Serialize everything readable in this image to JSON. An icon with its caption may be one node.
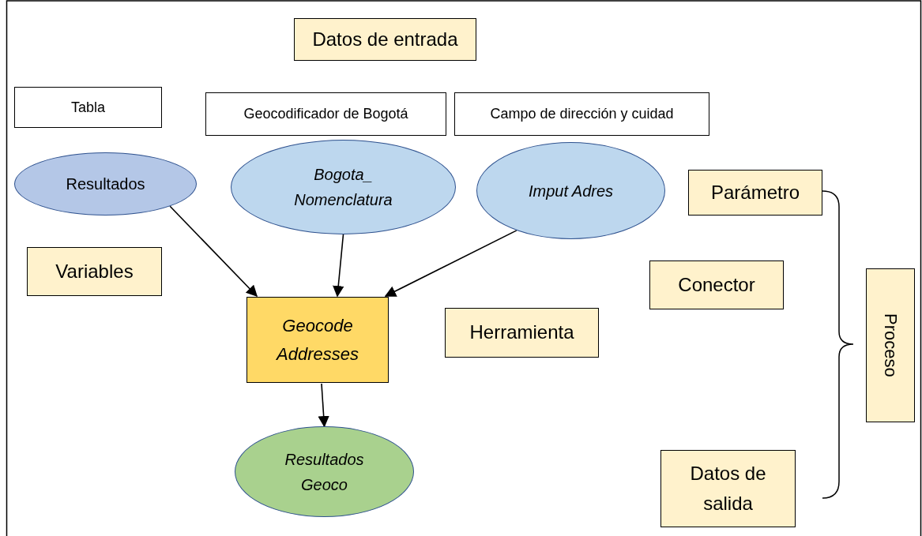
{
  "diagram": {
    "nodes": [
      {
        "text": [
          "Datos de entrada"
        ]
      },
      {
        "text": [
          "Tabla"
        ]
      },
      {
        "text": [
          "Geocodificador de Bogotá"
        ]
      },
      {
        "text": [
          "Campo de dirección y cuidad"
        ]
      },
      {
        "text": [
          "Resultados"
        ]
      },
      {
        "text": [
          "Bogota_ Nomenclatura"
        ]
      },
      {
        "text": [
          "Imput Adres"
        ]
      },
      {
        "text": [
          "Parámetro"
        ]
      },
      {
        "text": [
          "Variables"
        ]
      },
      {
        "text": [
          "Conector"
        ]
      },
      {
        "text": [
          "Geocode Addresses"
        ]
      },
      {
        "text": [
          "Herramienta"
        ]
      },
      {
        "text": [
          "Proceso"
        ]
      },
      {
        "text": [
          "Resultados Geoco"
        ]
      },
      {
        "text": [
          "Datos de salida"
        ]
      }
    ],
    "edges": [
      {
        "from": 4,
        "to": 10,
        "arrow": "to"
      },
      {
        "from": 5,
        "to": 10,
        "arrow": "to"
      },
      {
        "from": 6,
        "to": 10,
        "arrow": "to"
      },
      {
        "from": 10,
        "to": 13,
        "arrow": "to"
      }
    ]
  }
}
